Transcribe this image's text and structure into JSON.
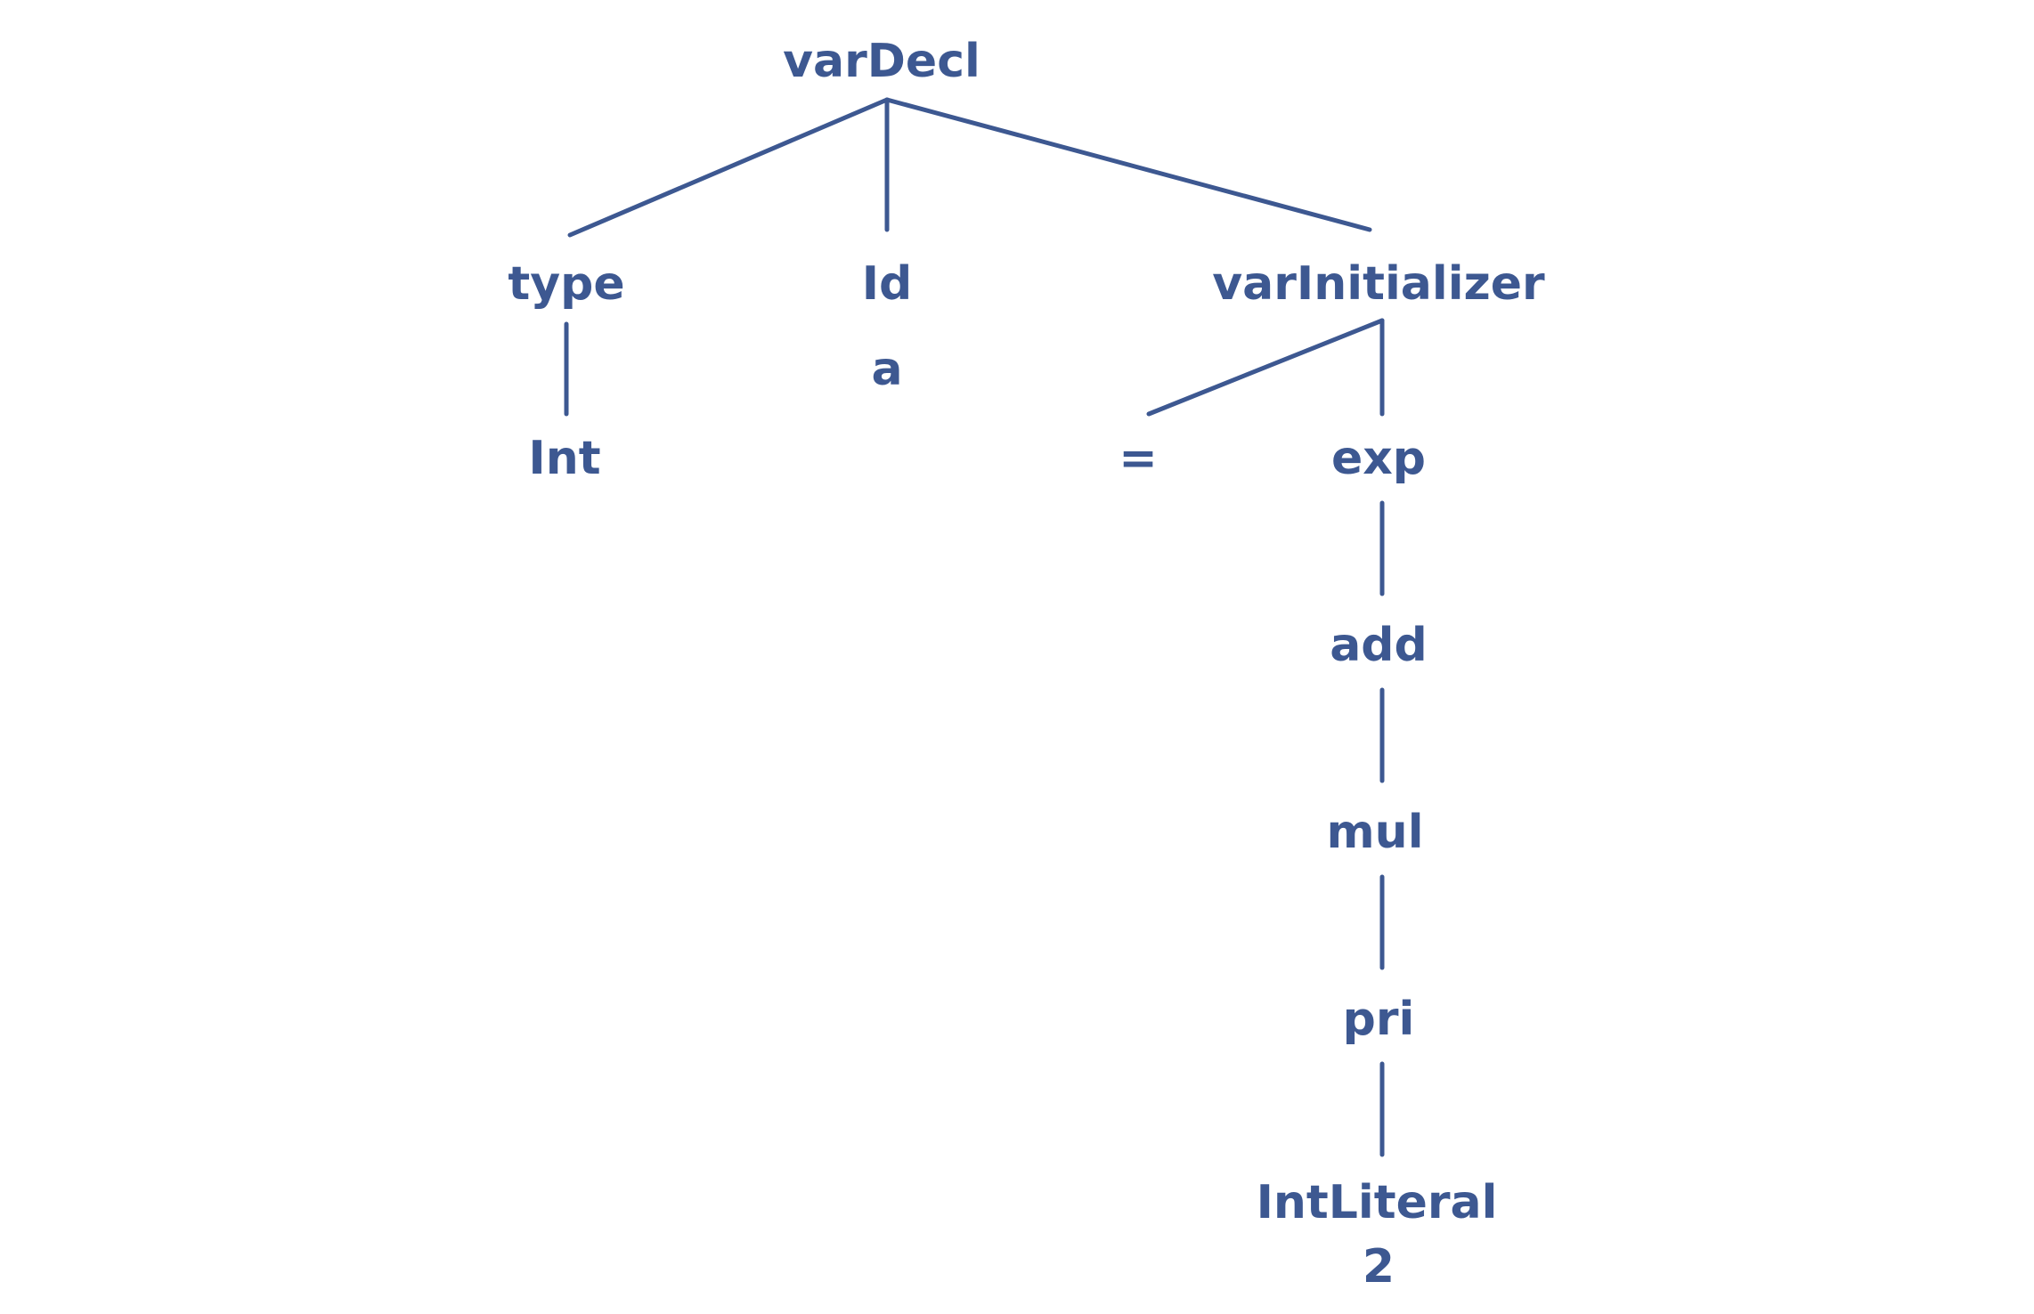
{
  "diagram": {
    "color": "#3d5891",
    "nodes": {
      "varDecl": "varDecl",
      "type": "type",
      "id": "Id",
      "id_value": "a",
      "varInitializer": "varInitializer",
      "int": "Int",
      "equals": "=",
      "exp": "exp",
      "add": "add",
      "mul": "mul",
      "pri": "pri",
      "intLiteral": "IntLiteral",
      "intLiteral_value": "2"
    }
  }
}
